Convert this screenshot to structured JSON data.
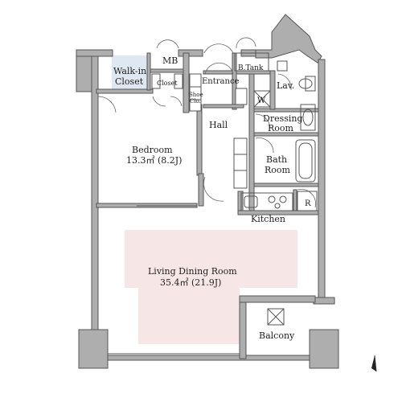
{
  "rooms": {
    "mb": "MB",
    "walkin_1": "Walk-in",
    "walkin_2": "Closet",
    "closet": "Closet",
    "shoe_1": "Shoe",
    "shoe_2": "Clo.",
    "entrance": "Entrance",
    "btank": "B.Tank",
    "lav": "Lav.",
    "w": "W",
    "hall": "Hall",
    "dressing_1": "Dressing",
    "dressing_2": "Room",
    "bedroom_1": "Bedroom",
    "bedroom_2": "13.3㎡ (8.2J)",
    "bath_1": "Bath",
    "bath_2": "Room",
    "r": "R",
    "kitchen": "Kitchen",
    "ldk_1": "Living Dining Room",
    "ldk_2": "35.4㎡ (21.9J)",
    "balcony": "Balcony"
  },
  "colors": {
    "wall": "#aeaeae",
    "ldk_fill": "#f7e6e6",
    "walkin_fill": "#dfe8f2",
    "line": "#555555"
  },
  "north_icon": "north-arrow-icon"
}
